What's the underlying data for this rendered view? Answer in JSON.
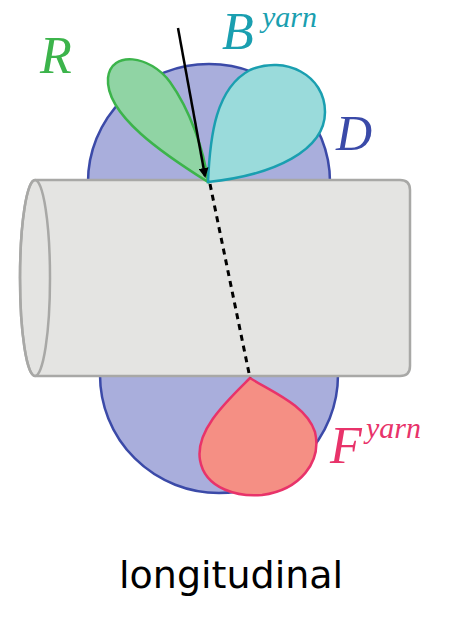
{
  "diagram": {
    "caption": "longitudinal",
    "labels": [
      "R",
      "B",
      "yarn",
      "D",
      "F",
      "yarn"
    ]
  }
}
